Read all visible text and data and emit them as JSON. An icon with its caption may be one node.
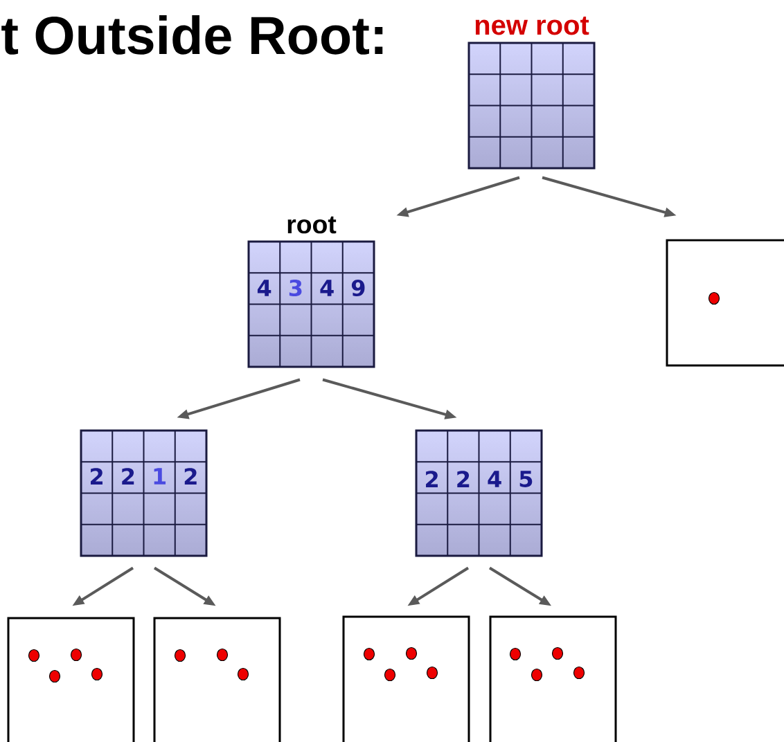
{
  "diagram": {
    "title": "t Outside Root:",
    "nodes": [
      {
        "text": [
          "new root"
        ]
      },
      {
        "text": [
          "root",
          "4",
          "3",
          "4",
          "9"
        ]
      },
      {
        "text": [],
        "shape": "box"
      },
      {
        "text": [
          "2",
          "2",
          "1",
          "2"
        ]
      },
      {
        "text": [
          "2",
          "2",
          "4",
          "5"
        ]
      },
      {
        "text": [],
        "shape": "box"
      },
      {
        "text": [],
        "shape": "box"
      },
      {
        "text": [],
        "shape": "box"
      },
      {
        "text": [],
        "shape": "box"
      }
    ],
    "edges": [
      {
        "from": 0,
        "to": 1,
        "arrow": "to"
      },
      {
        "from": 0,
        "to": 2,
        "arrow": "to"
      },
      {
        "from": 1,
        "to": 3,
        "arrow": "to"
      },
      {
        "from": 1,
        "to": 4,
        "arrow": "to"
      },
      {
        "from": 3,
        "to": 5,
        "arrow": "to"
      },
      {
        "from": 3,
        "to": 6,
        "arrow": "to"
      },
      {
        "from": 4,
        "to": 7,
        "arrow": "to"
      },
      {
        "from": 4,
        "to": 8,
        "arrow": "to"
      }
    ]
  }
}
